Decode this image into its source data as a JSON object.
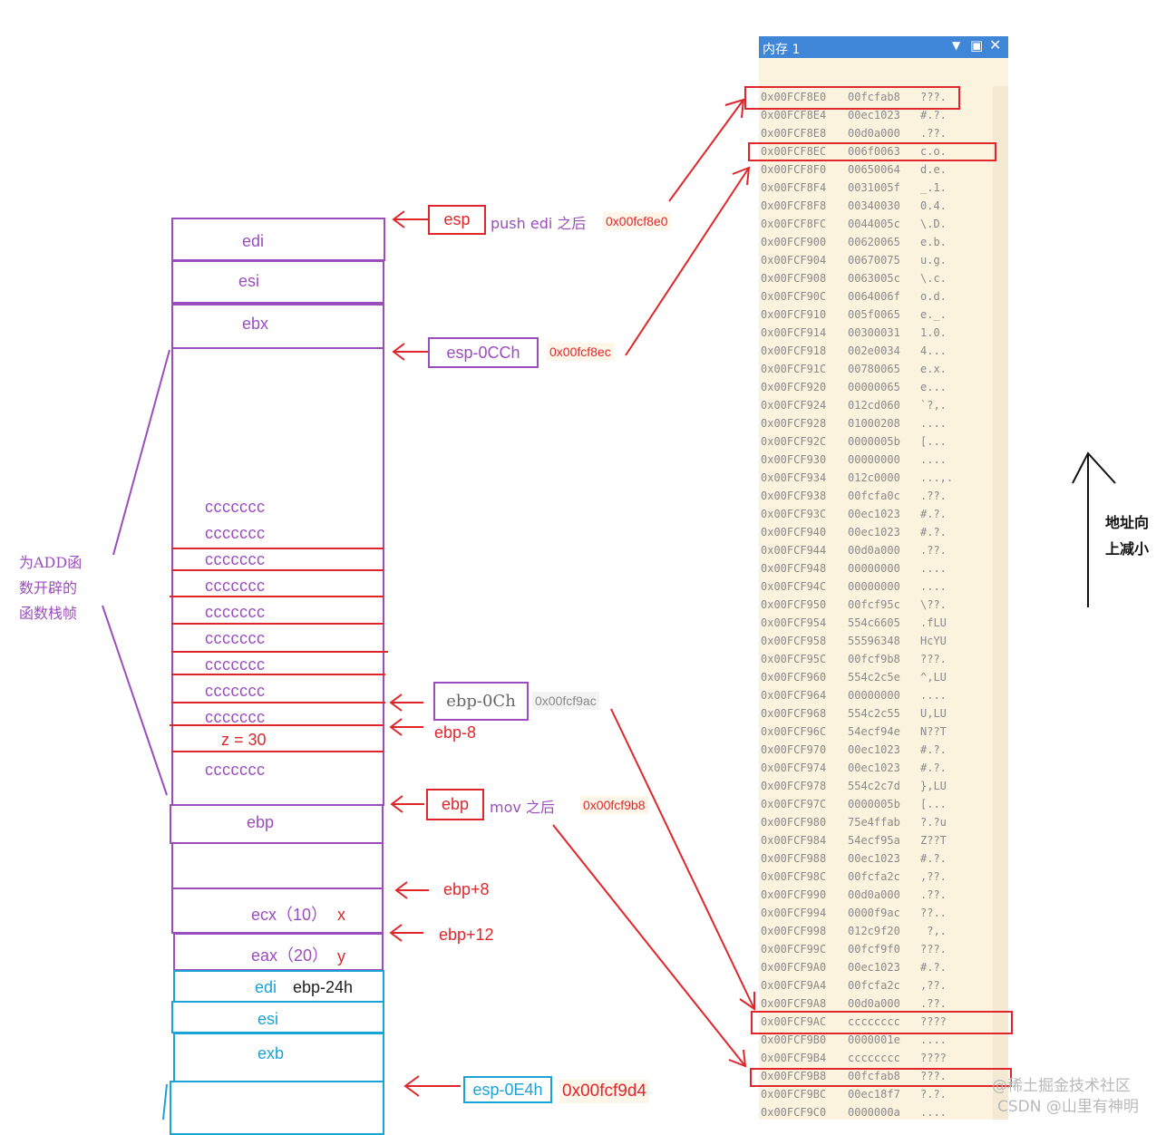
{
  "stack": {
    "top_boxes": [
      {
        "label": "edi"
      },
      {
        "label": "esi"
      },
      {
        "label": "ebx"
      }
    ],
    "fill_pattern": "ccccccc",
    "z_line": "z = 30",
    "ebp_box": "ebp",
    "ecx_label": "ecx（10）",
    "ecx_var": "x",
    "eax_label": "eax（20）",
    "eax_var": "y",
    "edi2_label": "edi",
    "edi2_offset": "ebp-24h",
    "esi2_label": "esi",
    "exb_label": "exb"
  },
  "side_note": [
    "为ADD函",
    "数开辟的",
    "函数栈帧"
  ],
  "tags": {
    "esp": "esp",
    "push_edi": "push edi 之后",
    "esp_addr": "0x00fcf8e0",
    "esp_0cch": "esp-0CCh",
    "esp_0cch_addr": "0x00fcf8ec",
    "ebp_0ch": "ebp-0Ch",
    "ebp_0ch_addr": "0x00fcf9ac",
    "ebp_8": "ebp-8",
    "ebp": "ebp",
    "mov_after": "mov 之后",
    "ebp_addr": "0x00fcf9b8",
    "ebp_plus8": "ebp+8",
    "ebp_plus12": "ebp+12",
    "esp_0e4h": "esp-0E4h",
    "esp_0e4h_addr": "0x00fcf9d4"
  },
  "direction_note": [
    "地址向",
    "上减小"
  ],
  "memory": {
    "title": "内存 1",
    "rows": [
      [
        "0x00FCF8E0",
        "00fcfab8",
        "???."
      ],
      [
        "0x00FCF8E4",
        "00ec1023",
        "#.?."
      ],
      [
        "0x00FCF8E8",
        "00d0a000",
        ".??."
      ],
      [
        "0x00FCF8EC",
        "006f0063",
        "c.o."
      ],
      [
        "0x00FCF8F0",
        "00650064",
        "d.e."
      ],
      [
        "0x00FCF8F4",
        "0031005f",
        "_.1."
      ],
      [
        "0x00FCF8F8",
        "00340030",
        "0.4."
      ],
      [
        "0x00FCF8FC",
        "0044005c",
        "\\.D."
      ],
      [
        "0x00FCF900",
        "00620065",
        "e.b."
      ],
      [
        "0x00FCF904",
        "00670075",
        "u.g."
      ],
      [
        "0x00FCF908",
        "0063005c",
        "\\.c."
      ],
      [
        "0x00FCF90C",
        "0064006f",
        "o.d."
      ],
      [
        "0x00FCF910",
        "005f0065",
        "e._."
      ],
      [
        "0x00FCF914",
        "00300031",
        "1.0."
      ],
      [
        "0x00FCF918",
        "002e0034",
        "4..."
      ],
      [
        "0x00FCF91C",
        "00780065",
        "e.x."
      ],
      [
        "0x00FCF920",
        "00000065",
        "e..."
      ],
      [
        "0x00FCF924",
        "012cd060",
        "`?,."
      ],
      [
        "0x00FCF928",
        "01000208",
        "...."
      ],
      [
        "0x00FCF92C",
        "0000005b",
        "[..."
      ],
      [
        "0x00FCF930",
        "00000000",
        "...."
      ],
      [
        "0x00FCF934",
        "012c0000",
        "...,."
      ],
      [
        "0x00FCF938",
        "00fcfa0c",
        ".??."
      ],
      [
        "0x00FCF93C",
        "00ec1023",
        "#.?."
      ],
      [
        "0x00FCF940",
        "00ec1023",
        "#.?."
      ],
      [
        "0x00FCF944",
        "00d0a000",
        ".??."
      ],
      [
        "0x00FCF948",
        "00000000",
        "...."
      ],
      [
        "0x00FCF94C",
        "00000000",
        "...."
      ],
      [
        "0x00FCF950",
        "00fcf95c",
        "\\??."
      ],
      [
        "0x00FCF954",
        "554c6605",
        ".fLU"
      ],
      [
        "0x00FCF958",
        "55596348",
        "HcYU"
      ],
      [
        "0x00FCF95C",
        "00fcf9b8",
        "???."
      ],
      [
        "0x00FCF960",
        "554c2c5e",
        "^,LU"
      ],
      [
        "0x00FCF964",
        "00000000",
        "...."
      ],
      [
        "0x00FCF968",
        "554c2c55",
        "U,LU"
      ],
      [
        "0x00FCF96C",
        "54ecf94e",
        "N??T"
      ],
      [
        "0x00FCF970",
        "00ec1023",
        "#.?."
      ],
      [
        "0x00FCF974",
        "00ec1023",
        "#.?."
      ],
      [
        "0x00FCF978",
        "554c2c7d",
        "},LU"
      ],
      [
        "0x00FCF97C",
        "0000005b",
        "[..."
      ],
      [
        "0x00FCF980",
        "75e4ffab",
        "?.?u"
      ],
      [
        "0x00FCF984",
        "54ecf95a",
        "Z??T"
      ],
      [
        "0x00FCF988",
        "00ec1023",
        "#.?."
      ],
      [
        "0x00FCF98C",
        "00fcfa2c",
        ",??."
      ],
      [
        "0x00FCF990",
        "00d0a000",
        ".??."
      ],
      [
        "0x00FCF994",
        "0000f9ac",
        "??.."
      ],
      [
        "0x00FCF998",
        "012c9f20",
        " ?,."
      ],
      [
        "0x00FCF99C",
        "00fcf9f0",
        "???."
      ],
      [
        "0x00FCF9A0",
        "00ec1023",
        "#.?."
      ],
      [
        "0x00FCF9A4",
        "00fcfa2c",
        ",??."
      ],
      [
        "0x00FCF9A8",
        "00d0a000",
        ".??."
      ],
      [
        "0x00FCF9AC",
        "cccccccc",
        "????"
      ],
      [
        "0x00FCF9B0",
        "0000001e",
        "...."
      ],
      [
        "0x00FCF9B4",
        "cccccccc",
        "????"
      ],
      [
        "0x00FCF9B8",
        "00fcfab8",
        "???."
      ],
      [
        "0x00FCF9BC",
        "00ec18f7",
        "?.?."
      ],
      [
        "0x00FCF9C0",
        "0000000a",
        "...."
      ]
    ]
  },
  "watermark": [
    "@稀土掘金技术社区",
    "CSDN @山里有神明"
  ]
}
